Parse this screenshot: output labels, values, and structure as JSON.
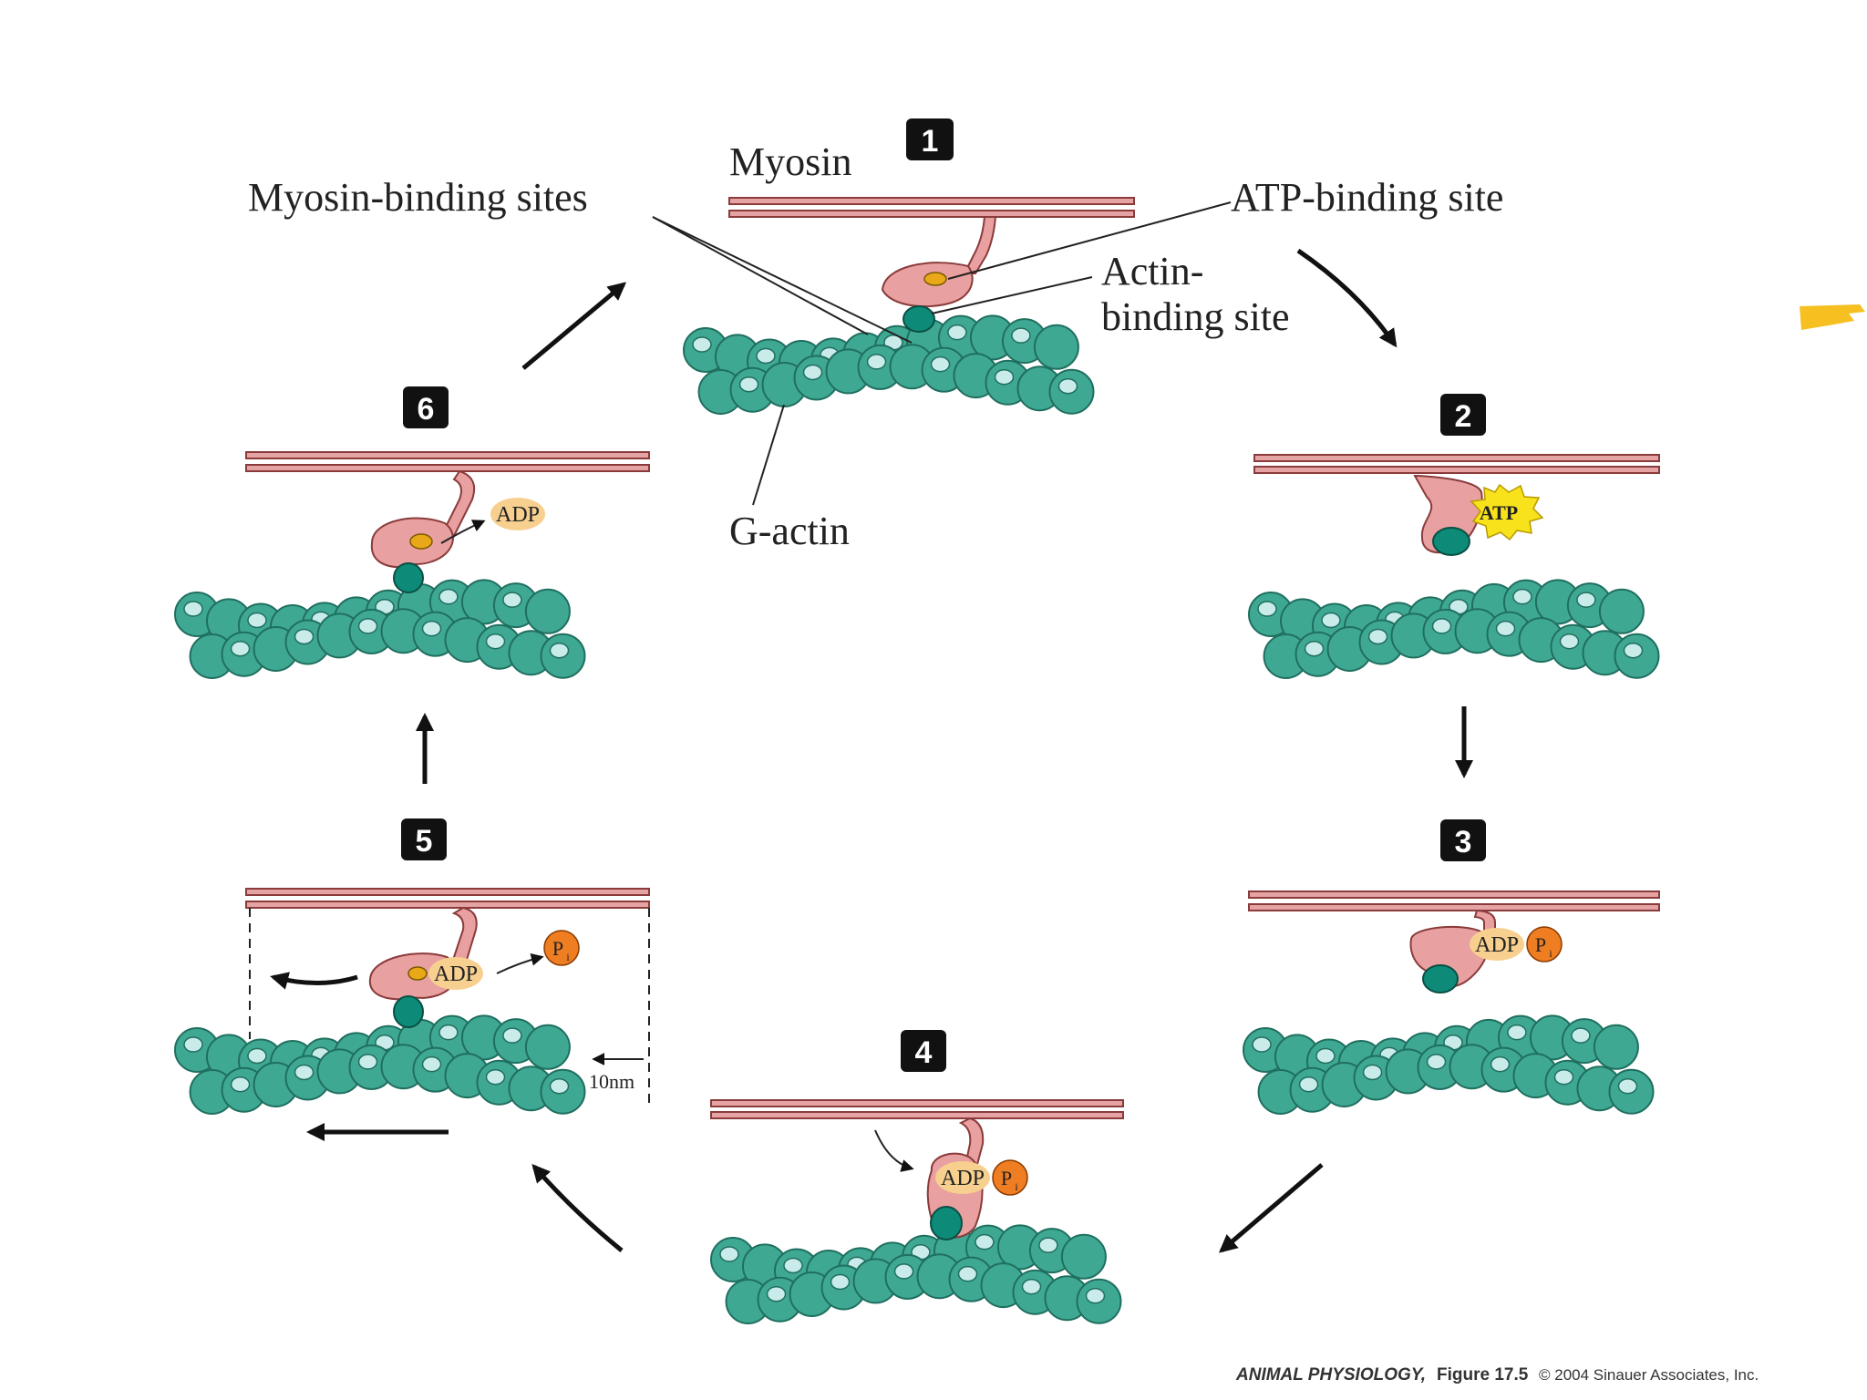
{
  "labels": {
    "myosin": "Myosin",
    "myosin_binding_sites": "Myosin-binding sites",
    "atp_binding_site": "ATP-binding site",
    "actin_binding_line1": "Actin-",
    "actin_binding_line2": "binding site",
    "g_actin": "G-actin",
    "scale": "10nm"
  },
  "steps": [
    "1",
    "2",
    "3",
    "4",
    "5",
    "6"
  ],
  "molecules": {
    "atp": "ATP",
    "adp": "ADP",
    "pi_letter": "P",
    "pi_sub": "i"
  },
  "caption": {
    "source": "ANIMAL PHYSIOLOGY,",
    "figure": "Figure 17.5",
    "copyright": "© 2004 Sinauer Associates, Inc."
  },
  "colors": {
    "actin": "#3fa893",
    "actin_dark": "#1f6f5f",
    "actin_pocket": "#c9ecea",
    "myosin": "#e9a0a0",
    "myosin_outline": "#8a3b3b",
    "actin_binding_head": "#0e8a78",
    "atp_bg": "#f7e21b",
    "adp_bg": "#f7d08f",
    "pi_bg": "#ef7d22",
    "atp_site": "#e8a818",
    "highlight": "#f6c021"
  }
}
